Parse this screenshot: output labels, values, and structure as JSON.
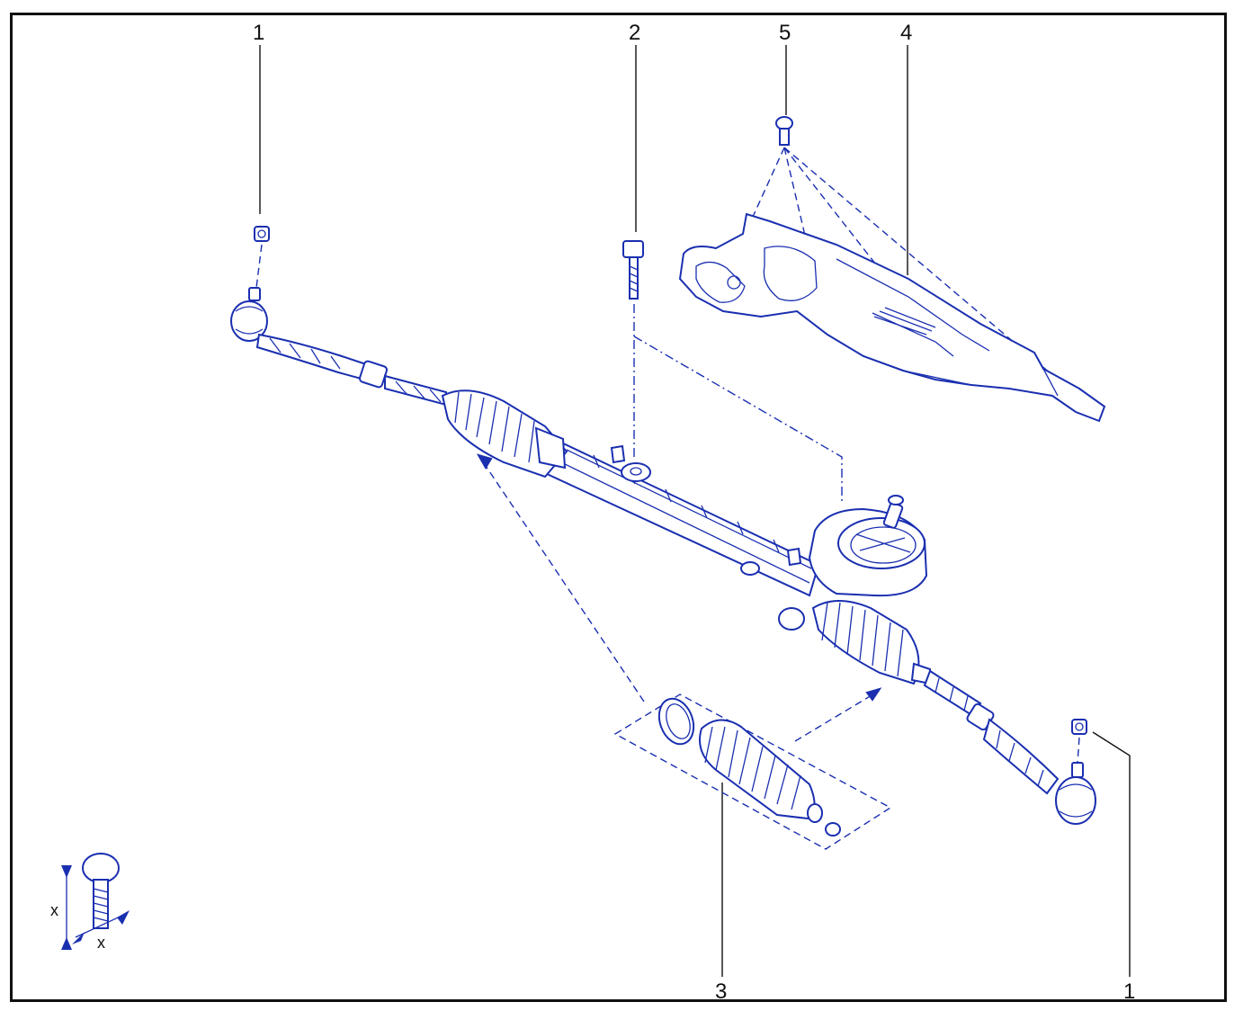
{
  "callouts": {
    "c1_left": "1",
    "c2": "2",
    "c5": "5",
    "c4": "4",
    "c3": "3",
    "c1_right": "1"
  },
  "torque_symbol": {
    "label_x_vertical": "x",
    "label_x_horizontal": "x"
  },
  "colors": {
    "line_art": "#1a2fb0",
    "text": "#111111",
    "border": "#111111"
  }
}
